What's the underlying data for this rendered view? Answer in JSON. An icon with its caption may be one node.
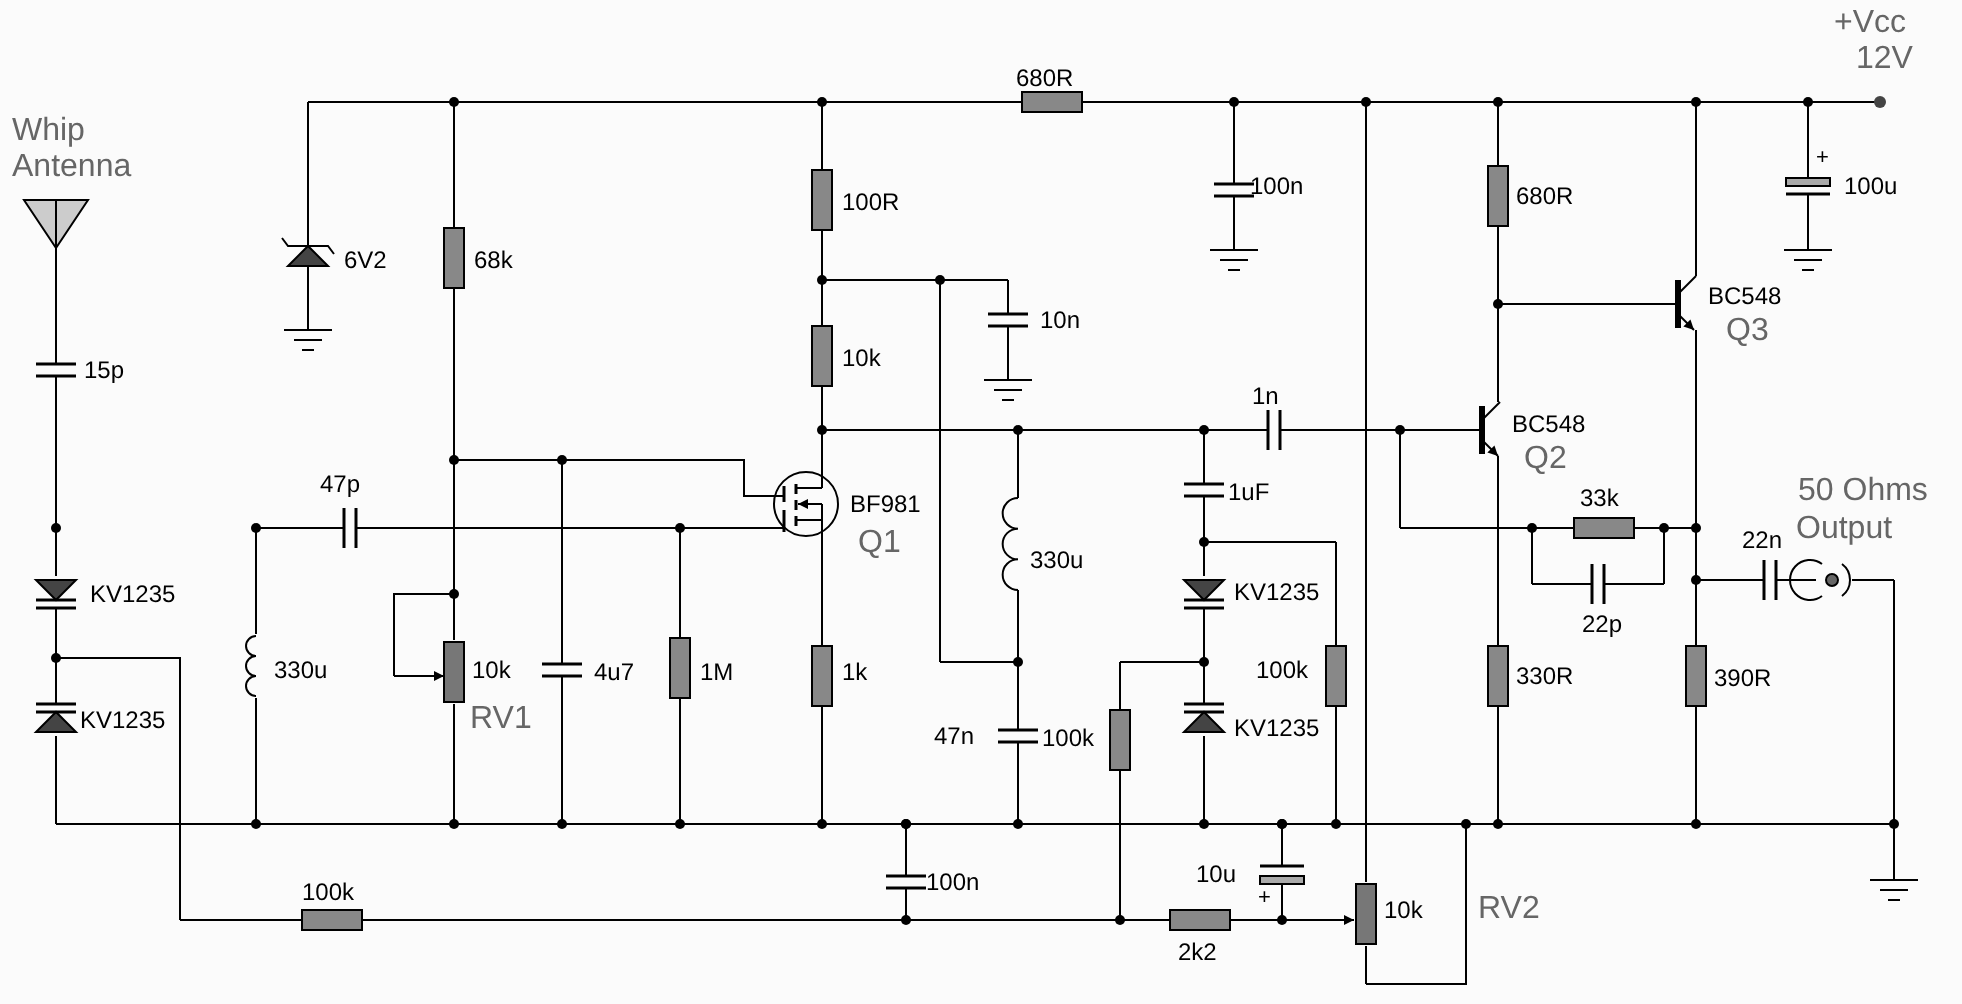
{
  "diagram": {
    "labels": [
      "+Vcc",
      "12V",
      "Whip",
      "Antenna",
      "680R",
      "+",
      "100n",
      "100u",
      "100R",
      "6V2",
      "68k",
      "680R",
      "10n",
      "BC548",
      "Q3",
      "15p",
      "10k",
      "1n",
      "BC548",
      "Q2",
      "47p",
      "BF981",
      "1uF",
      "33k",
      "50 Ohms",
      "Output",
      "Q1",
      "22n",
      "330u",
      "KV1235",
      "KV1235",
      "22p",
      "330u",
      "10k",
      "4u7",
      "1M",
      "1k",
      "100k",
      "330R",
      "390R",
      "KV1235",
      "RV1",
      "47n",
      "100k",
      "KV1235",
      "100n",
      "10u",
      "100k",
      "10k",
      "RV2",
      "+",
      "2k2"
    ]
  }
}
